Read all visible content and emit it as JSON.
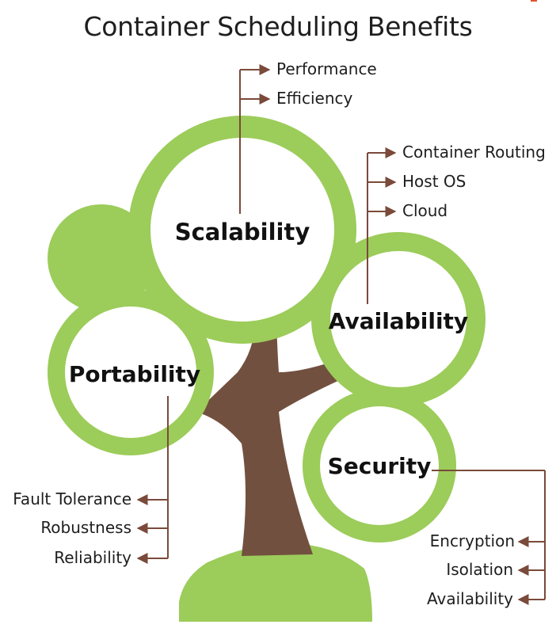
{
  "title": "Container Scheduling Benefits",
  "colors": {
    "leaf_green": "#9ccc5a",
    "trunk_brown": "#72503f",
    "arrow_brown": "#7a4a3a",
    "circle_fill": "#ffffff"
  },
  "branches": {
    "scalability": {
      "label": "Scalability",
      "items": [
        "Performance",
        "Efficiency"
      ]
    },
    "availability": {
      "label": "Availability",
      "items": [
        "Container Routing",
        "Host OS",
        "Cloud"
      ]
    },
    "portability": {
      "label": "Portability",
      "items": [
        "Fault Tolerance",
        "Robustness",
        "Reliability"
      ]
    },
    "security": {
      "label": "Security",
      "items": [
        "Encryption",
        "Isolation",
        "Availability"
      ]
    }
  }
}
